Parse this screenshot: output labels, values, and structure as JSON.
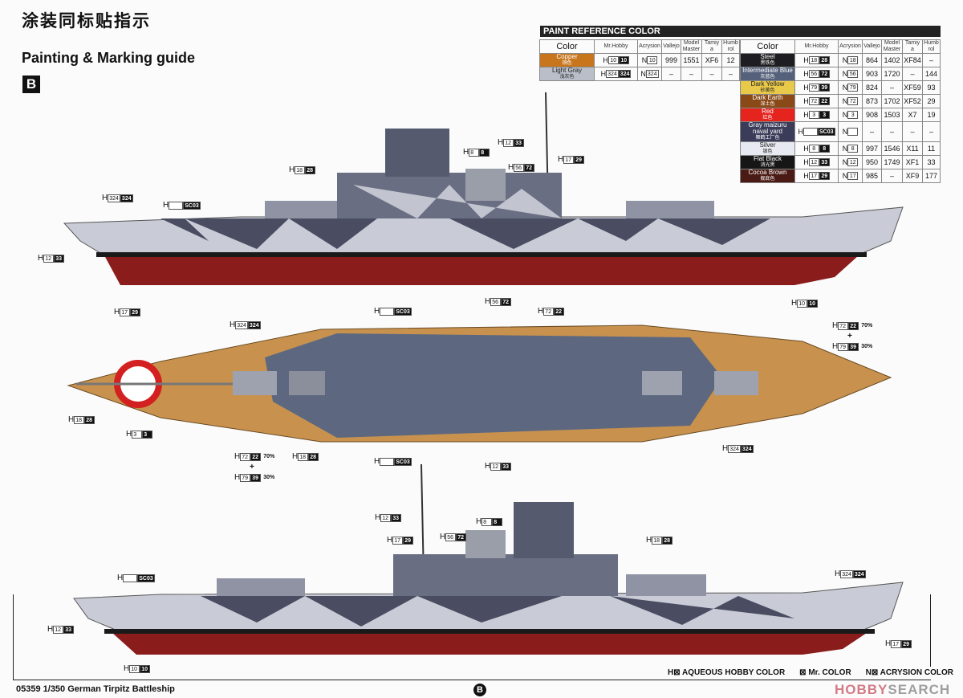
{
  "header": {
    "title_cn": "涂装同标贴指示",
    "title_en": "Painting & Marking guide",
    "section_badge": "B"
  },
  "paint_table": {
    "title": "PAINT  REFERENCE COLOR",
    "columns": [
      "Color",
      "Mr.Hobby",
      "Acrysion",
      "Vallejo",
      "Model Master",
      "Tamiya",
      "Humbrol"
    ],
    "rows": [
      {
        "name": "Copper",
        "cn": "铜色",
        "swatch": "#c8761e",
        "h": [
          "10",
          "10"
        ],
        "n": "10",
        "vallejo": "999",
        "mm": "1551",
        "tamiya": "XF6",
        "humbrol": "12"
      },
      {
        "name": "Light Gray",
        "cn": "浅灰色",
        "swatch": "#b9bec8",
        "h": [
          "324",
          "324"
        ],
        "n": "324",
        "vallejo": "–",
        "mm": "–",
        "tamiya": "–",
        "humbrol": "–",
        "dark_text": true
      },
      {
        "name": "Steel",
        "cn": "黑铁色",
        "swatch": "#1e1e22",
        "h": [
          "18",
          "28"
        ],
        "n": "18",
        "vallejo": "864",
        "mm": "1402",
        "tamiya": "XF84",
        "humbrol": "–"
      },
      {
        "name": "Intermediate Blue",
        "cn": "灰蓝色",
        "swatch": "#55607a",
        "h": [
          "56",
          "72"
        ],
        "n": "56",
        "vallejo": "903",
        "mm": "1720",
        "tamiya": "–",
        "humbrol": "144"
      },
      {
        "name": "Dark Yellow",
        "cn": "砂黄色",
        "swatch": "#e8c94a",
        "h": [
          "79",
          "39"
        ],
        "n": "79",
        "vallejo": "824",
        "mm": "–",
        "tamiya": "XF59",
        "humbrol": "93",
        "dark_text": true
      },
      {
        "name": "Dark Earth",
        "cn": "深土色",
        "swatch": "#8a4a18",
        "h": [
          "72",
          "22"
        ],
        "n": "72",
        "vallejo": "873",
        "mm": "1702",
        "tamiya": "XF52",
        "humbrol": "29"
      },
      {
        "name": "Red",
        "cn": "红色",
        "swatch": "#e5241e",
        "h": [
          "3",
          "3"
        ],
        "n": "3",
        "vallejo": "908",
        "mm": "1503",
        "tamiya": "X7",
        "humbrol": "19"
      },
      {
        "name": "Gray maizuru naval yard",
        "cn": "舞鹤工厂色",
        "swatch": "#3a3c5a",
        "h": [
          "",
          "SC03"
        ],
        "n": "",
        "vallejo": "–",
        "mm": "–",
        "tamiya": "–",
        "humbrol": "–"
      },
      {
        "name": "Silver",
        "cn": "银色",
        "swatch": "#e8eaf2",
        "h": [
          "8",
          "8"
        ],
        "n": "8",
        "vallejo": "997",
        "mm": "1546",
        "tamiya": "X11",
        "humbrol": "11",
        "dark_text": true
      },
      {
        "name": "Flat Black",
        "cn": "消光黑",
        "swatch": "#161616",
        "h": [
          "12",
          "33"
        ],
        "n": "12",
        "vallejo": "950",
        "mm": "1749",
        "tamiya": "XF1",
        "humbrol": "33"
      },
      {
        "name": "Cocoa Brown",
        "cn": "舰底色",
        "swatch": "#4a1a14",
        "h": [
          "17",
          "29"
        ],
        "n": "17",
        "vallejo": "985",
        "mm": "–",
        "tamiya": "XF9",
        "humbrol": "177"
      }
    ]
  },
  "callouts": [
    {
      "a": "324",
      "b": "324"
    },
    {
      "a": "",
      "b": "SC03"
    },
    {
      "a": "18",
      "b": "28"
    },
    {
      "a": "12",
      "b": "33"
    },
    {
      "a": "17",
      "b": "29"
    },
    {
      "a": "8",
      "b": "8"
    },
    {
      "a": "12",
      "b": "33"
    },
    {
      "a": "56",
      "b": "72"
    },
    {
      "a": "17",
      "b": "29"
    },
    {
      "a": "10",
      "b": "10"
    },
    {
      "a": "324",
      "b": "324"
    },
    {
      "a": "",
      "b": "SC03"
    },
    {
      "a": "56",
      "b": "72"
    },
    {
      "a": "72",
      "b": "22"
    },
    {
      "a": "72",
      "b": "22",
      "pct": "70%"
    },
    {
      "a": "79",
      "b": "39",
      "pct": "30%"
    },
    {
      "a": "18",
      "b": "28"
    },
    {
      "a": "3",
      "b": "3"
    },
    {
      "a": "72",
      "b": "22",
      "pct": "70%"
    },
    {
      "a": "79",
      "b": "39",
      "pct": "30%"
    },
    {
      "a": "18",
      "b": "28"
    },
    {
      "a": "",
      "b": "SC03"
    },
    {
      "a": "12",
      "b": "33"
    },
    {
      "a": "324",
      "b": "324"
    },
    {
      "a": "12",
      "b": "33"
    },
    {
      "a": "8",
      "b": "8"
    },
    {
      "a": "17",
      "b": "29"
    },
    {
      "a": "56",
      "b": "72"
    },
    {
      "a": "18",
      "b": "28"
    },
    {
      "a": "",
      "b": "SC03"
    },
    {
      "a": "324",
      "b": "324"
    },
    {
      "a": "12",
      "b": "33"
    },
    {
      "a": "17",
      "b": "29"
    },
    {
      "a": "10",
      "b": "10"
    }
  ],
  "callout_prefix": "H",
  "plus_sign": "+",
  "legend": {
    "aqueous": "H⊠ AQUEOUS HOBBY COLOR",
    "mr_color": "⊠ Mr. COLOR",
    "acrysion": "N⊠ ACRYSION COLOR"
  },
  "footer": {
    "product": "05359 1/350 German Tirpitz Battleship",
    "page_badge": "B"
  },
  "watermark": {
    "a": "HOBBY",
    "b": "SEARCH"
  },
  "colors": {
    "hull_gray": "#c9ccd6",
    "camo_dark": "#4a4d62",
    "boot_black": "#1a1a1a",
    "hull_red": "#8a1c1c",
    "deck_tan": "#c8924e",
    "deck_blue": "#5d6880"
  }
}
